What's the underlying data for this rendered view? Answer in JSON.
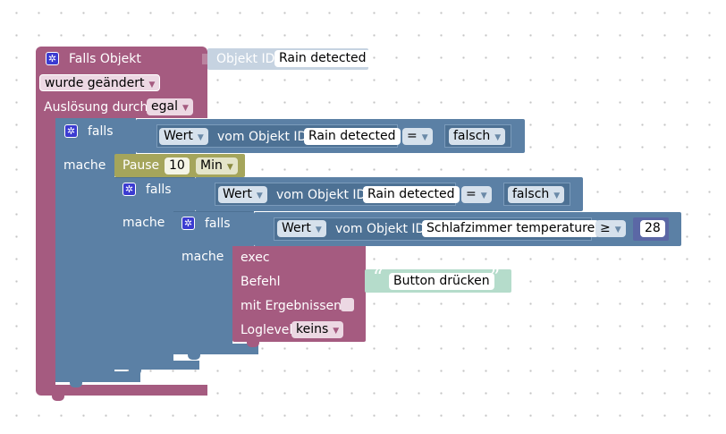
{
  "trigger": {
    "title": "Falls Objekt",
    "object_id_label": "Objekt ID",
    "object_id_value": "Rain detected",
    "mode_value": "wurde geändert",
    "trigger_label": "Auslösung durch",
    "trigger_value": "egal",
    "color": "#a55b80"
  },
  "if1": {
    "if_label": "falls",
    "do_label": "mache",
    "prop_value": "Wert",
    "of_object_label": "vom Objekt ID",
    "object_value": "Rain detected",
    "operator": "=",
    "compare_value": "falsch"
  },
  "pause": {
    "label": "Pause",
    "amount": "10",
    "unit": "Min"
  },
  "if2": {
    "if_label": "falls",
    "do_label": "mache",
    "prop_value": "Wert",
    "of_object_label": "vom Objekt ID",
    "object_value": "Rain detected",
    "operator": "=",
    "compare_value": "falsch"
  },
  "if3": {
    "if_label": "falls",
    "do_label": "mache",
    "prop_value": "Wert",
    "of_object_label": "vom Objekt ID",
    "object_value": "Schlafzimmer temperature",
    "operator": "≥",
    "compare_number": "28"
  },
  "exec": {
    "title": "exec",
    "command_label": "Befehl",
    "command_value": "Button drücken",
    "quote_open": "“",
    "quote_close": "”",
    "results_label": "mit Ergebnissen",
    "results_checked": false,
    "loglevel_label": "Loglevel",
    "loglevel_value": "keins"
  },
  "icons": {
    "gear": "gear-icon",
    "dropdown": "dropdown-arrow-icon"
  }
}
